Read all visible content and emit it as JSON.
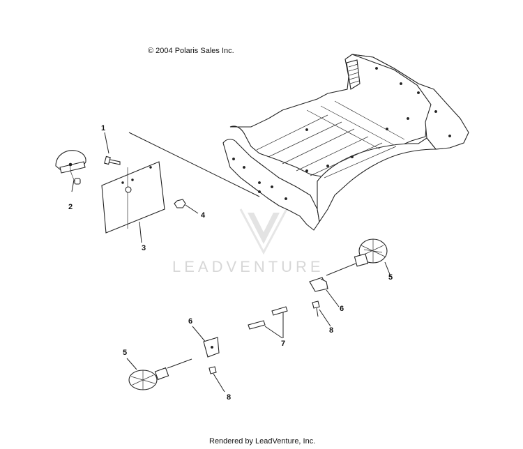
{
  "copyright": "© 2004 Polaris Sales Inc.",
  "footer": "Rendered by LeadVenture, Inc.",
  "watermark": {
    "text": "LEADVENTURE"
  },
  "callouts": [
    {
      "id": "c1a",
      "label": "1"
    },
    {
      "id": "c2",
      "label": "2"
    },
    {
      "id": "c3",
      "label": "3"
    },
    {
      "id": "c4",
      "label": "4"
    },
    {
      "id": "c5a",
      "label": "5"
    },
    {
      "id": "c6a",
      "label": "6"
    },
    {
      "id": "c8a",
      "label": "8"
    },
    {
      "id": "c7",
      "label": "7"
    },
    {
      "id": "c6b",
      "label": "6"
    },
    {
      "id": "c5b",
      "label": "5"
    },
    {
      "id": "c8b",
      "label": "8"
    }
  ]
}
